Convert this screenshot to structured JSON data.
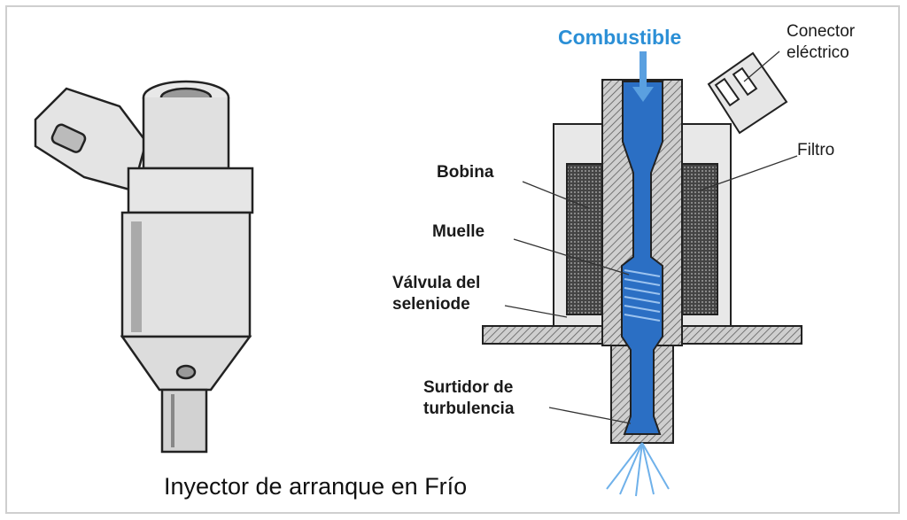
{
  "labels": {
    "fuel": "Combustible",
    "connector_line1": "Conector",
    "connector_line2": "eléctrico",
    "filter": "Filtro",
    "coil": "Bobina",
    "spring": "Muelle",
    "valve_line1": "Válvula del",
    "valve_line2": "seleniode",
    "nozzle_line1": "Surtidor de",
    "nozzle_line2": "turbulencia"
  },
  "caption": "Inyector de arranque en Frío",
  "colors": {
    "fuel": "#2b6fc4",
    "fuel_label": "#2b8fd6",
    "body": "#d9d9d9",
    "hatch": "#555555"
  }
}
